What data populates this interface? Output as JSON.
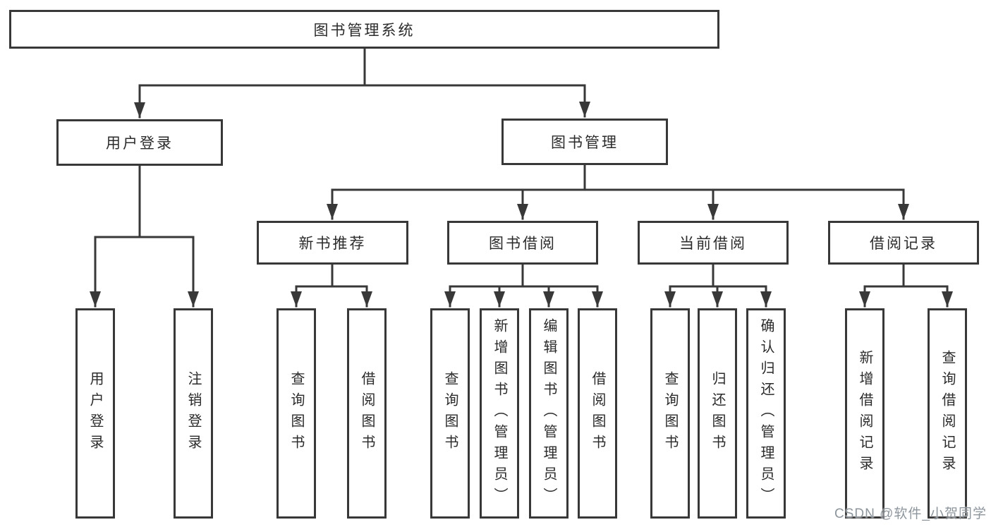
{
  "diagram": {
    "tree": {
      "label": "图书管理系统",
      "children": [
        {
          "label": "用户登录",
          "children": [
            {
              "label": "用户登录"
            },
            {
              "label": "注销登录"
            }
          ]
        },
        {
          "label": "图书管理",
          "children": [
            {
              "label": "新书推荐",
              "children": [
                {
                  "label": "查询图书"
                },
                {
                  "label": "借阅图书"
                }
              ]
            },
            {
              "label": "图书借阅",
              "children": [
                {
                  "label": "查询图书"
                },
                {
                  "label": "新增图书（管理员）"
                },
                {
                  "label": "编辑图书（管理员）"
                },
                {
                  "label": "借阅图书"
                }
              ]
            },
            {
              "label": "当前借阅",
              "children": [
                {
                  "label": "查询图书"
                },
                {
                  "label": "归还图书"
                },
                {
                  "label": "确认归还（管理员）"
                }
              ]
            },
            {
              "label": "借阅记录",
              "children": [
                {
                  "label": "新增借阅记录"
                },
                {
                  "label": "查询借阅记录"
                }
              ]
            }
          ]
        }
      ]
    },
    "watermark": "CSDN @软件_小贺同学",
    "colors": {
      "line": "#383838",
      "text": "#2b2b2b",
      "box_background": "#ffffff",
      "watermark": "#8e969d"
    }
  }
}
